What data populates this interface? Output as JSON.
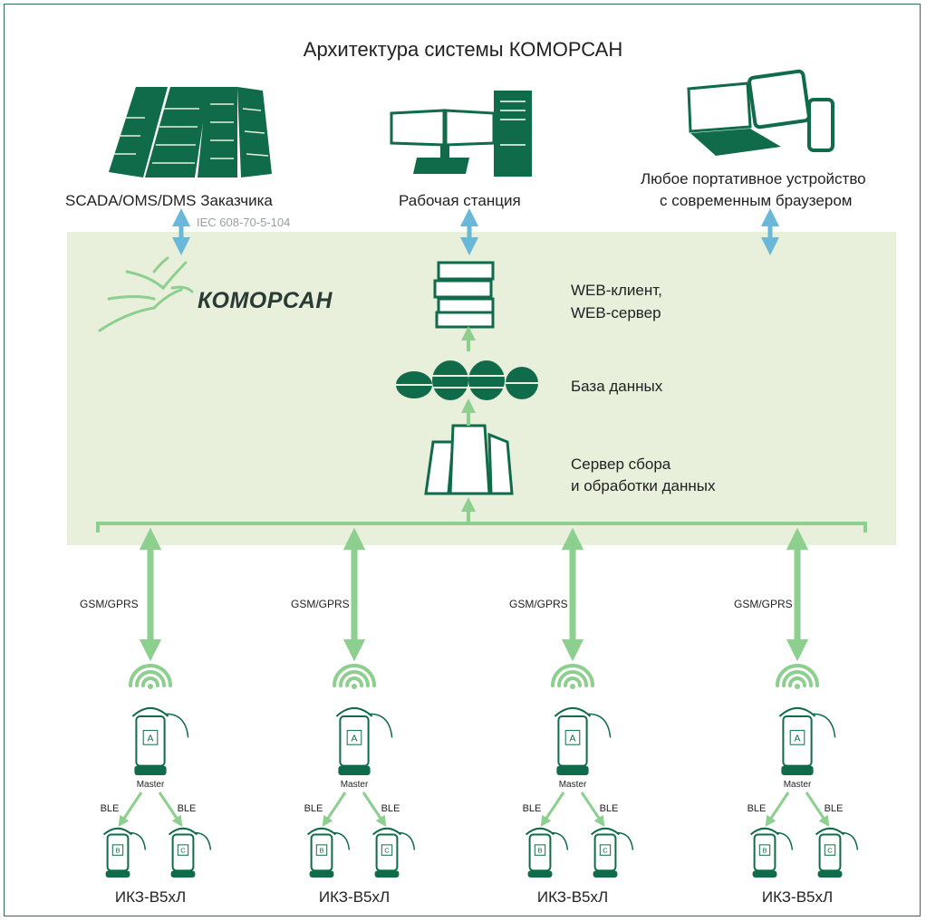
{
  "diagram": {
    "title": "Архитектура системы КОМОРСАН",
    "top_nodes": [
      {
        "label": "SCADA/OMS/DMS Заказчика",
        "protocol": "IEC 608-70-5-104"
      },
      {
        "label": "Рабочая станция"
      },
      {
        "label_line1": "Любое портативное устройство",
        "label_line2": "с современным браузером"
      }
    ],
    "brand": "КОМОРСАН",
    "server_stack": [
      {
        "line1": "WEB-клиент,",
        "line2": "WEB-сервер"
      },
      {
        "line1": "База данных"
      },
      {
        "line1": "Сервер сбора",
        "line2": "и обработки данных"
      }
    ],
    "link_label": "GSM/GPRS",
    "device_group": {
      "master_label": "Master",
      "link_label": "BLE",
      "master_letter": "A",
      "slave_letters": [
        "B",
        "C"
      ],
      "name": "ИКЗ-В5хЛ"
    },
    "device_group_count": 4,
    "colors": {
      "panel": "#e8efdb",
      "dark_green": "#0f6b4a",
      "light_green": "#8ccf8e",
      "blue_arrow": "#6ab8d8",
      "frame": "#2f6e55"
    }
  }
}
